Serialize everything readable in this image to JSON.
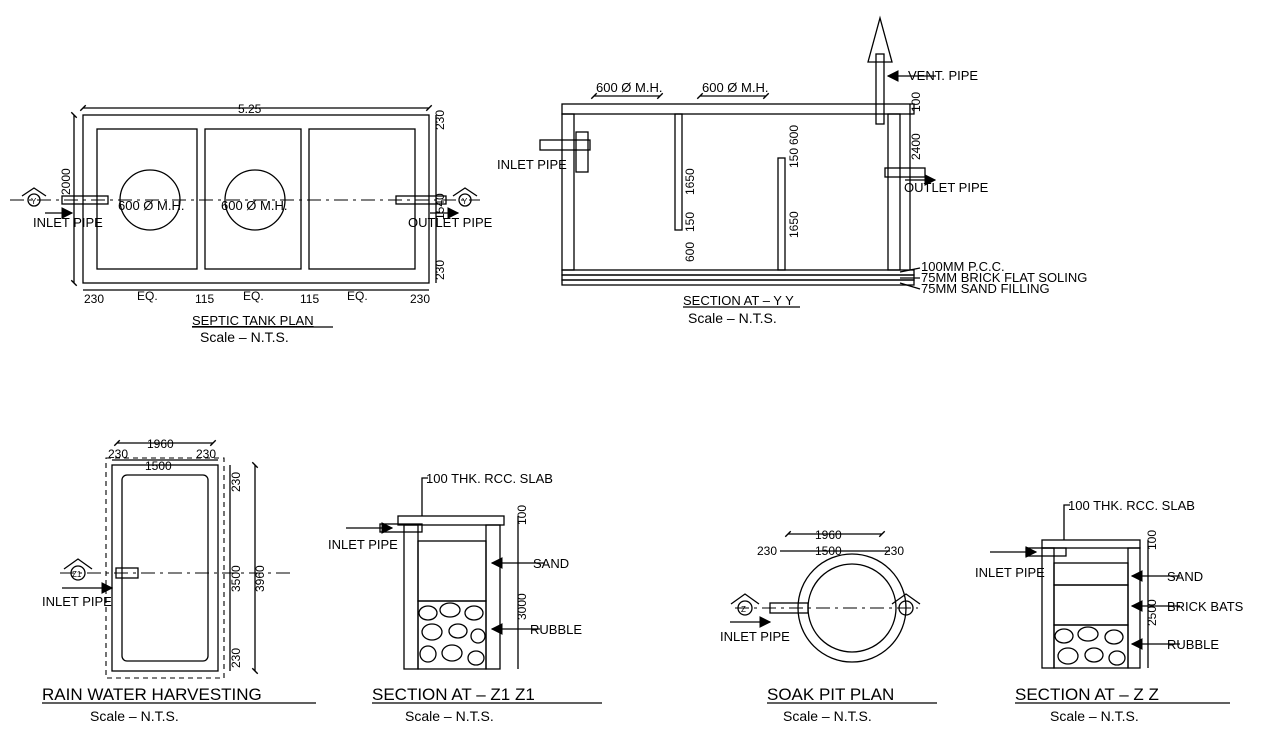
{
  "septic_plan": {
    "title": "SEPTIC TANK PLAN",
    "scale": "Scale – N.T.S.",
    "dim_overall_length": "5.25",
    "dim_overall_width": "2000",
    "dim_top": "230",
    "dim_mid": "1540",
    "dim_bottom": "230",
    "dim_left_wall": "230",
    "dim_eq1": "EQ.",
    "dim_part1": "115",
    "dim_eq2": "EQ.",
    "dim_part2": "115",
    "dim_eq3": "EQ.",
    "dim_right_wall": "230",
    "manhole1": "600 Ø M.H.",
    "manhole2": "600 Ø M.H.",
    "inlet": "INLET PIPE",
    "outlet": "OUTLET PIPE",
    "section_mark_left": "Y",
    "section_mark_right": "Y"
  },
  "section_yy": {
    "title": "SECTION AT – Y Y",
    "scale": "Scale – N.T.S.",
    "manhole1": "600 Ø M.H.",
    "manhole2": "600 Ø M.H.",
    "vent": "VENT. PIPE",
    "inlet": "INLET PIPE",
    "outlet": "OUTLET PIPE",
    "dim_top_slab": "100",
    "dim_height": "2400",
    "dim_baffle1": "1650",
    "dim_gap1": "600",
    "dim_gap1b": "150",
    "dim_gap2": "600",
    "dim_gap2b": "150",
    "dim_baffle2": "1650",
    "layer_pcc": "100MM P.C.C.",
    "layer_soling": "75MM BRICK FLAT SOLING",
    "layer_sand": "75MM SAND FILLING"
  },
  "rwh": {
    "title": "RAIN WATER HARVESTING",
    "scale": "Scale – N.T.S.",
    "dim_width": "1960",
    "dim_left": "230",
    "dim_inner": "1500",
    "dim_right": "230",
    "dim_top": "230",
    "dim_mid": "3500",
    "dim_bottom": "230",
    "dim_total": "3960",
    "inlet": "INLET PIPE",
    "section_mark": "Z1"
  },
  "section_z1": {
    "title": "SECTION AT – Z1 Z1",
    "scale": "Scale – N.T.S.",
    "slab": "100 THK. RCC. SLAB",
    "inlet": "INLET PIPE",
    "sand": "SAND",
    "rubble": "RUBBLE",
    "dim_slab": "100",
    "dim_depth": "3000"
  },
  "soak_pit": {
    "title": "SOAK PIT PLAN",
    "scale": "Scale – N.T.S.",
    "dim_width": "1960",
    "dim_left": "230",
    "dim_inner": "1500",
    "dim_right": "230",
    "inlet": "INLET PIPE",
    "section_mark": "Z"
  },
  "section_zz": {
    "title": "SECTION AT – Z Z",
    "scale": "Scale – N.T.S.",
    "slab": "100 THK. RCC. SLAB",
    "inlet": "INLET PIPE",
    "sand": "SAND",
    "brick_bats": "BRICK BATS",
    "rubble": "RUBBLE",
    "dim_slab": "100",
    "dim_depth": "2500"
  }
}
